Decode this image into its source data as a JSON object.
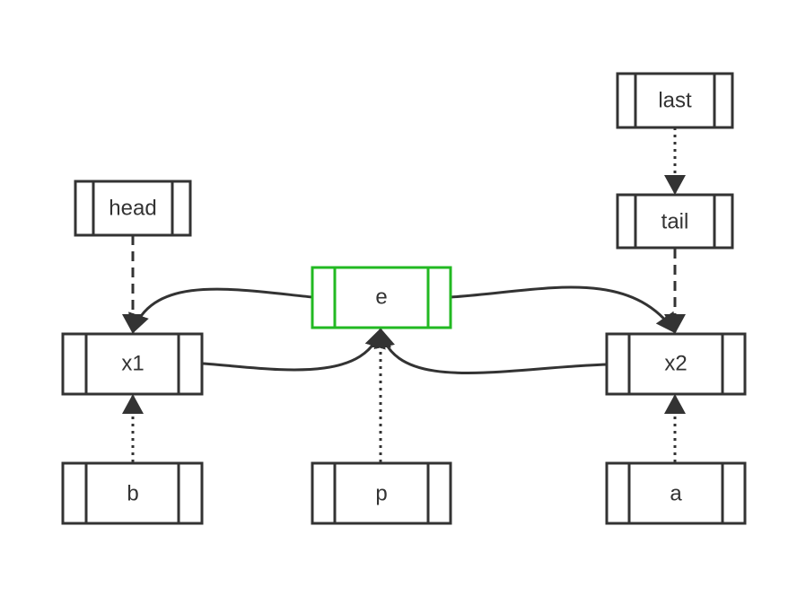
{
  "diagram": {
    "colors": {
      "stroke": "#333333",
      "highlight": "#22b922",
      "background": "#ffffff"
    },
    "nodes": {
      "last": {
        "label": "last",
        "highlight": false
      },
      "tail": {
        "label": "tail",
        "highlight": false
      },
      "head": {
        "label": "head",
        "highlight": false
      },
      "e": {
        "label": "e",
        "highlight": true
      },
      "x1": {
        "label": "x1",
        "highlight": false
      },
      "x2": {
        "label": "x2",
        "highlight": false
      },
      "b": {
        "label": "b",
        "highlight": false
      },
      "p": {
        "label": "p",
        "highlight": false
      },
      "a": {
        "label": "a",
        "highlight": false
      }
    },
    "edges": [
      {
        "from": "last",
        "to": "tail",
        "style": "dotted"
      },
      {
        "from": "tail",
        "to": "x2",
        "style": "dashed"
      },
      {
        "from": "head",
        "to": "x1",
        "style": "dashed"
      },
      {
        "from": "e",
        "to": "x1",
        "style": "solid"
      },
      {
        "from": "e",
        "to": "x2",
        "style": "solid"
      },
      {
        "from": "x1",
        "to": "e",
        "style": "solid"
      },
      {
        "from": "x2",
        "to": "e",
        "style": "solid"
      },
      {
        "from": "b",
        "to": "x1",
        "style": "dotted"
      },
      {
        "from": "p",
        "to": "e",
        "style": "dotted"
      },
      {
        "from": "a",
        "to": "x2",
        "style": "dotted"
      }
    ]
  }
}
